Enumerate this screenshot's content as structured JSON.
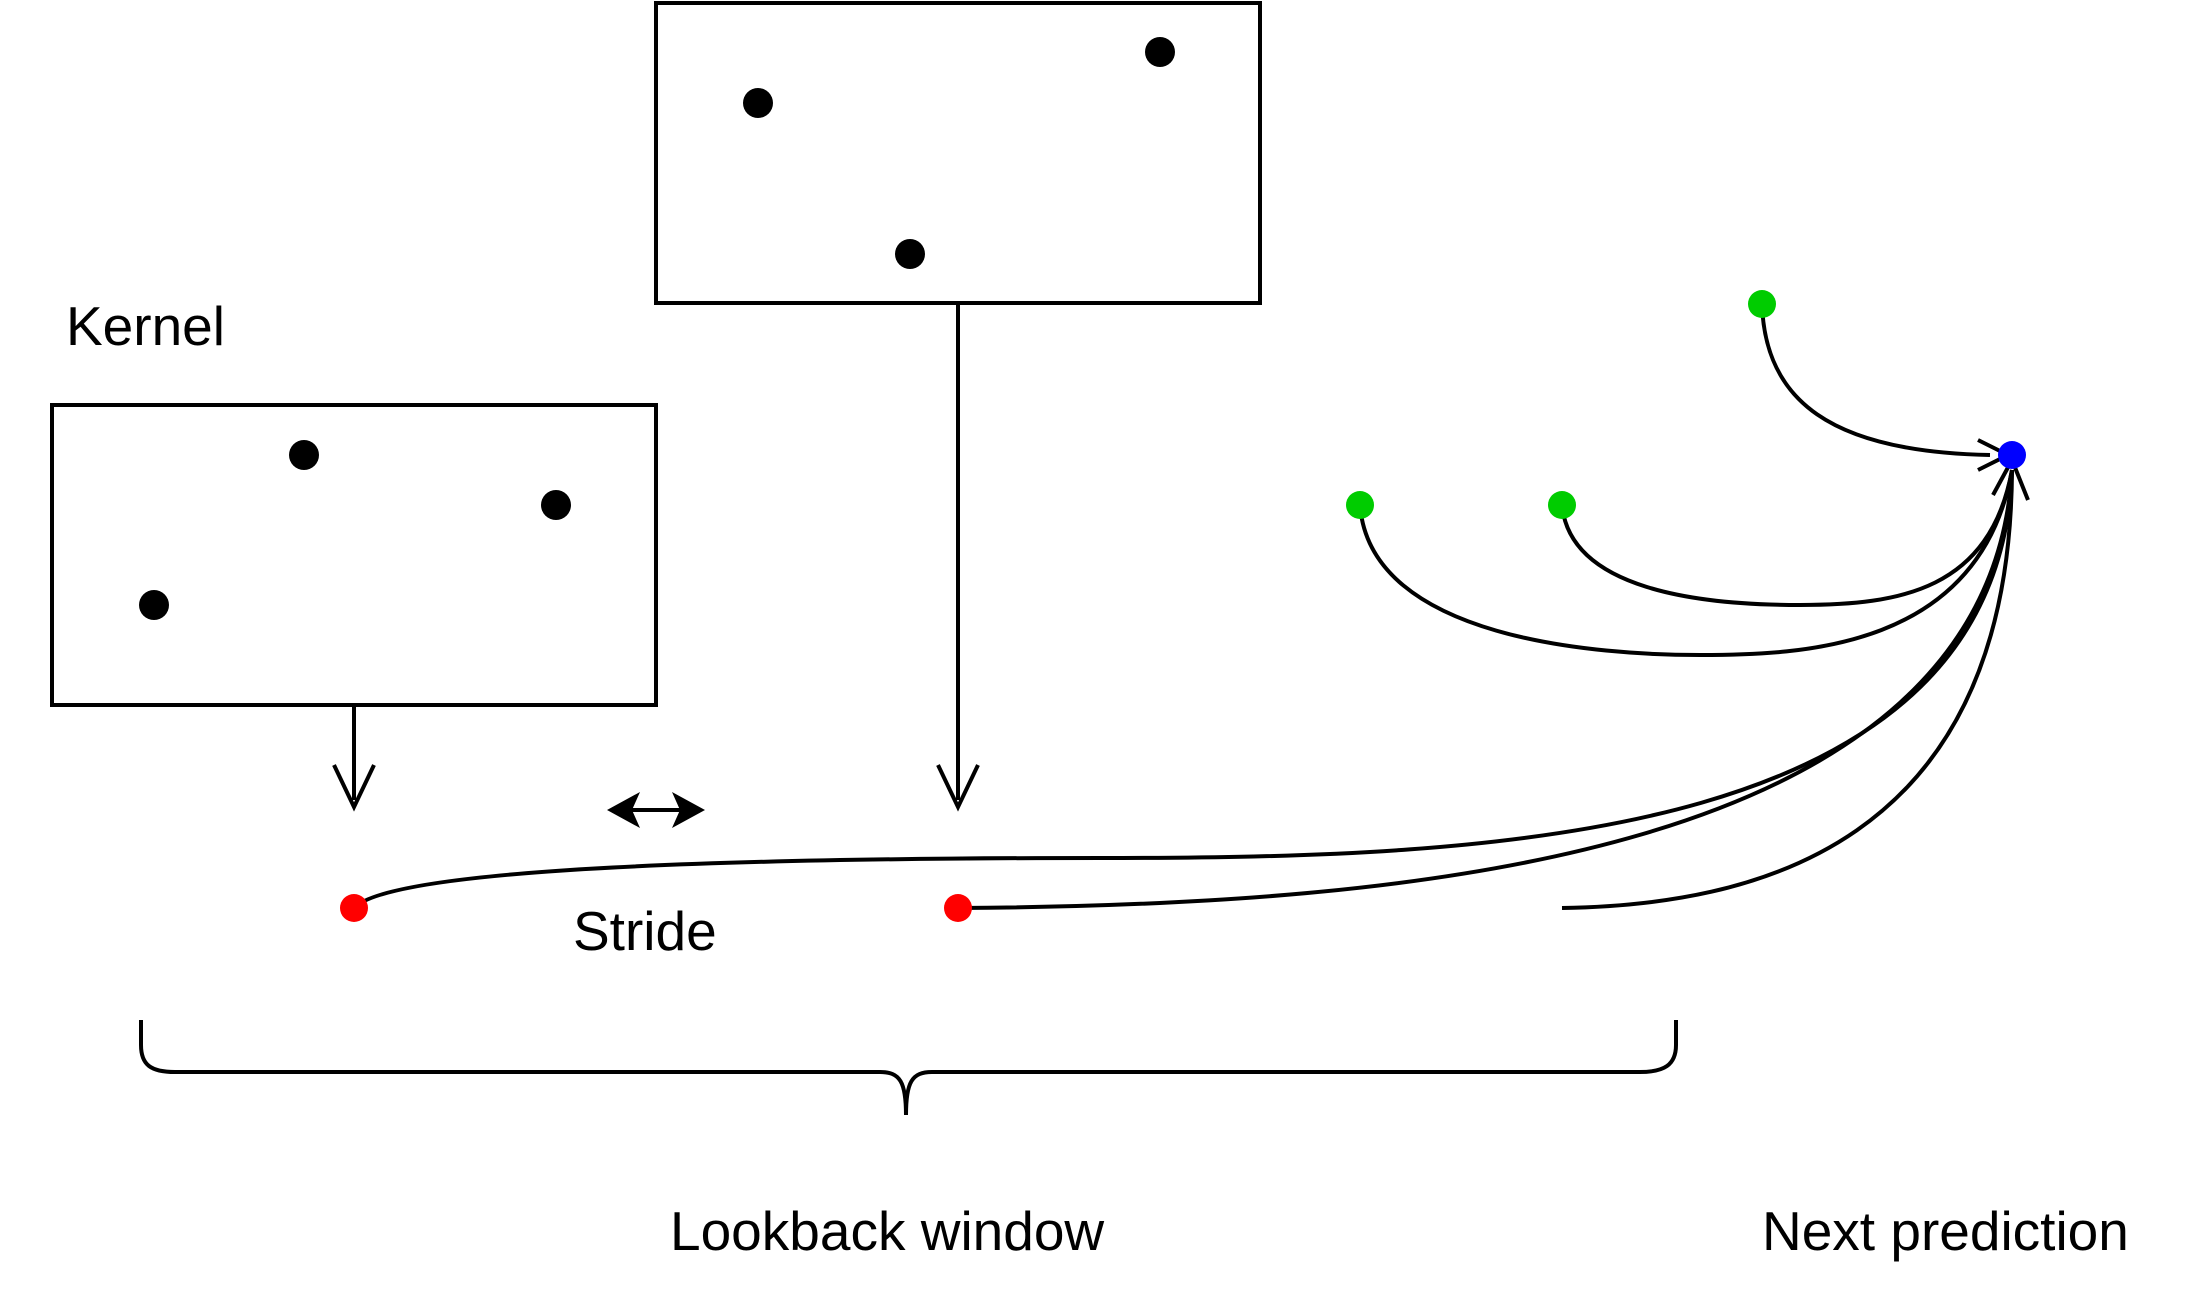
{
  "labels": {
    "kernel": "Kernel",
    "stride": "Stride",
    "lookback_window": "Lookback window",
    "next_prediction": "Next prediction"
  },
  "colors": {
    "kernel_point": "#000000",
    "output_point": "#ff0000",
    "history_point": "#00cc00",
    "prediction_point": "#0000ff",
    "stroke": "#000000"
  }
}
